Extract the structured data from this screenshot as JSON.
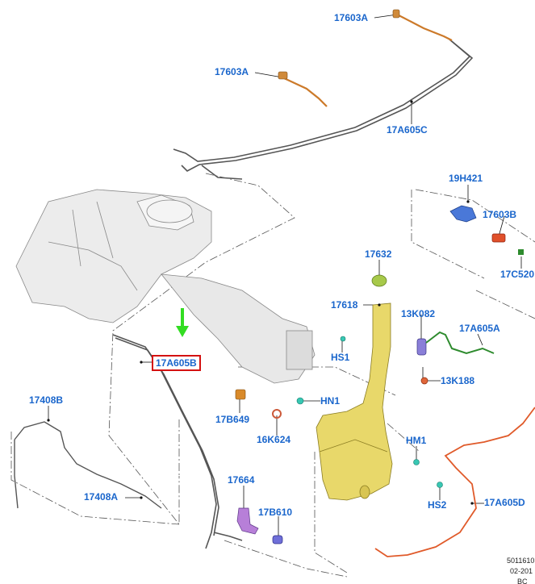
{
  "labels": {
    "l_17603a_top": "17603A",
    "l_17603a_mid": "17603A",
    "l_17a605c": "17A605C",
    "l_19h421": "19H421",
    "l_17603b": "17603B",
    "l_17c520": "17C520",
    "l_17632": "17632",
    "l_17618": "17618",
    "l_13k082": "13K082",
    "l_17a605a": "17A605A",
    "l_hs1": "HS1",
    "l_17a605b": "17A605B",
    "l_hn1": "HN1",
    "l_13k188": "13K188",
    "l_17408b": "17408B",
    "l_17b649": "17B649",
    "l_16k624": "16K624",
    "l_hm1": "HM1",
    "l_17408a": "17408A",
    "l_17664": "17664",
    "l_17b610": "17B610",
    "l_hs2": "HS2",
    "l_17a605d": "17A605D"
  },
  "footer": {
    "line1": "5011610",
    "line2": "02-201",
    "line3": "BC"
  },
  "colors": {
    "callout_text": "#1a66cc",
    "highlight_box": "#d41111",
    "arrow": "#33dd22",
    "reservoir": "#e8d86a",
    "hose_orange": "#cc7a2a",
    "hose_red": "#e05a2a",
    "hose_green": "#2e8b2e",
    "pump_purple": "#8a7fd8"
  }
}
